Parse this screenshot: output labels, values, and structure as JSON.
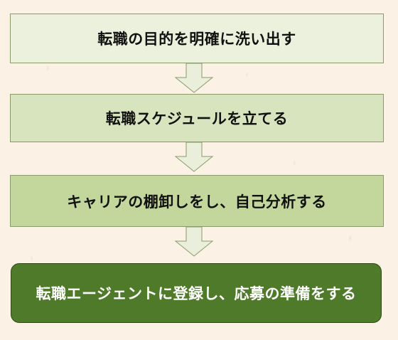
{
  "steps": [
    {
      "label": "転職の目的を明確に洗い出す",
      "fill": "#ebf1dd"
    },
    {
      "label": "転職スケジュールを立てる",
      "fill": "#d7e4bd"
    },
    {
      "label": "キャリアの棚卸しをし、自己分析する",
      "fill": "#c3d69b"
    },
    {
      "label": "転職エージェントに登録し、応募の準備をする",
      "fill": "#4f7a2a"
    }
  ],
  "colors": {
    "arrow_fill": "#e9efda",
    "arrow_stroke": "#8a9a6a",
    "background": "#fbf1e4"
  }
}
